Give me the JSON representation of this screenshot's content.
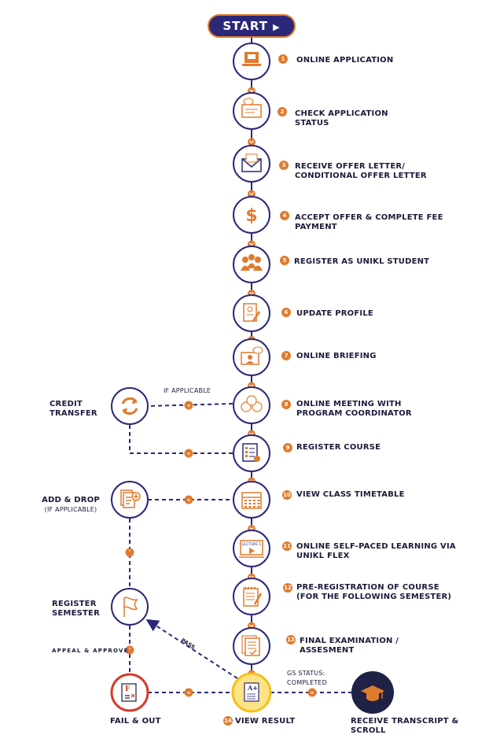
{
  "start": {
    "label": "START",
    "icon": "play-triangle-icon"
  },
  "steps": [
    {
      "num": "1",
      "label": "ONLINE APPLICATION",
      "icon": "laptop-icon"
    },
    {
      "num": "2",
      "label": "CHECK APPLICATION",
      "label2": "STATUS",
      "icon": "status-screen-icon"
    },
    {
      "num": "3",
      "label": "RECEIVE OFFER LETTER/",
      "label2": "CONDITIONAL OFFER LETTER",
      "icon": "envelope-icon"
    },
    {
      "num": "4",
      "label": "ACCEPT OFFER & COMPLETE  FEE",
      "label2": "PAYMENT",
      "icon": "dollar-icon"
    },
    {
      "num": "5",
      "label": "REGISTER AS UNIKL STUDENT",
      "icon": "students-icon"
    },
    {
      "num": "6",
      "label": "UPDATE PROFILE",
      "icon": "profile-edit-icon"
    },
    {
      "num": "7",
      "label": "ONLINE BRIEFING",
      "icon": "video-briefing-icon"
    },
    {
      "num": "8",
      "label": "ONLINE MEETING WITH",
      "label2": "PROGRAM COORDINATOR",
      "icon": "meeting-icon"
    },
    {
      "num": "9",
      "label": "REGISTER COURSE",
      "icon": "register-course-icon"
    },
    {
      "num": "10",
      "label": "VIEW CLASS TIMETABLE",
      "icon": "calendar-icon"
    },
    {
      "num": "11",
      "label": "ONLINE SELF-PACED LEARNING VIA",
      "label2": "UNIKL FLEX",
      "icon": "lecture-video-icon",
      "icon_text": "LECTURE 1"
    },
    {
      "num": "12",
      "label": "PRE-REGISTRATION OF COURSE",
      "label2": "(FOR THE FOLLOWING SEMESTER)",
      "icon": "notepad-icon"
    },
    {
      "num": "13",
      "label": "FINAL EXAMINATION /",
      "label2": "ASSESMENT",
      "icon": "exam-paper-icon"
    },
    {
      "num": "14",
      "label": "VIEW RESULT",
      "icon": "result-paper-icon",
      "icon_text": "A+"
    }
  ],
  "side": {
    "credit_transfer": {
      "label": "CREDIT",
      "label2": "TRANSFER",
      "icon": "refresh-arrows-icon"
    },
    "add_drop": {
      "label": "ADD & DROP",
      "sub": "(IF APPLICABLE)",
      "icon": "add-document-icon"
    },
    "register_semester": {
      "label": "REGISTER",
      "label2": "SEMESTER",
      "icon": "flag-icon"
    },
    "fail_out": {
      "label": "FAIL & OUT",
      "icon": "fail-paper-icon",
      "icon_text": "F"
    },
    "receive_transcript": {
      "label": "RECEIVE TRANSCRIPT &",
      "label2": "SCROLL",
      "icon": "graduation-cap-icon"
    }
  },
  "annotations": {
    "if_applicable": "IF APPLICABLE",
    "appeal": "APPEAL & APPROVE",
    "pass": "PASS",
    "gs_status": "GS STATUS:",
    "gs_completed": "COMPLETED"
  },
  "colors": {
    "navy": "#2b2879",
    "orange": "#e07b2e",
    "red": "#d83a2a",
    "result_fill": "#fce388",
    "dark_navy": "#1f2147"
  }
}
